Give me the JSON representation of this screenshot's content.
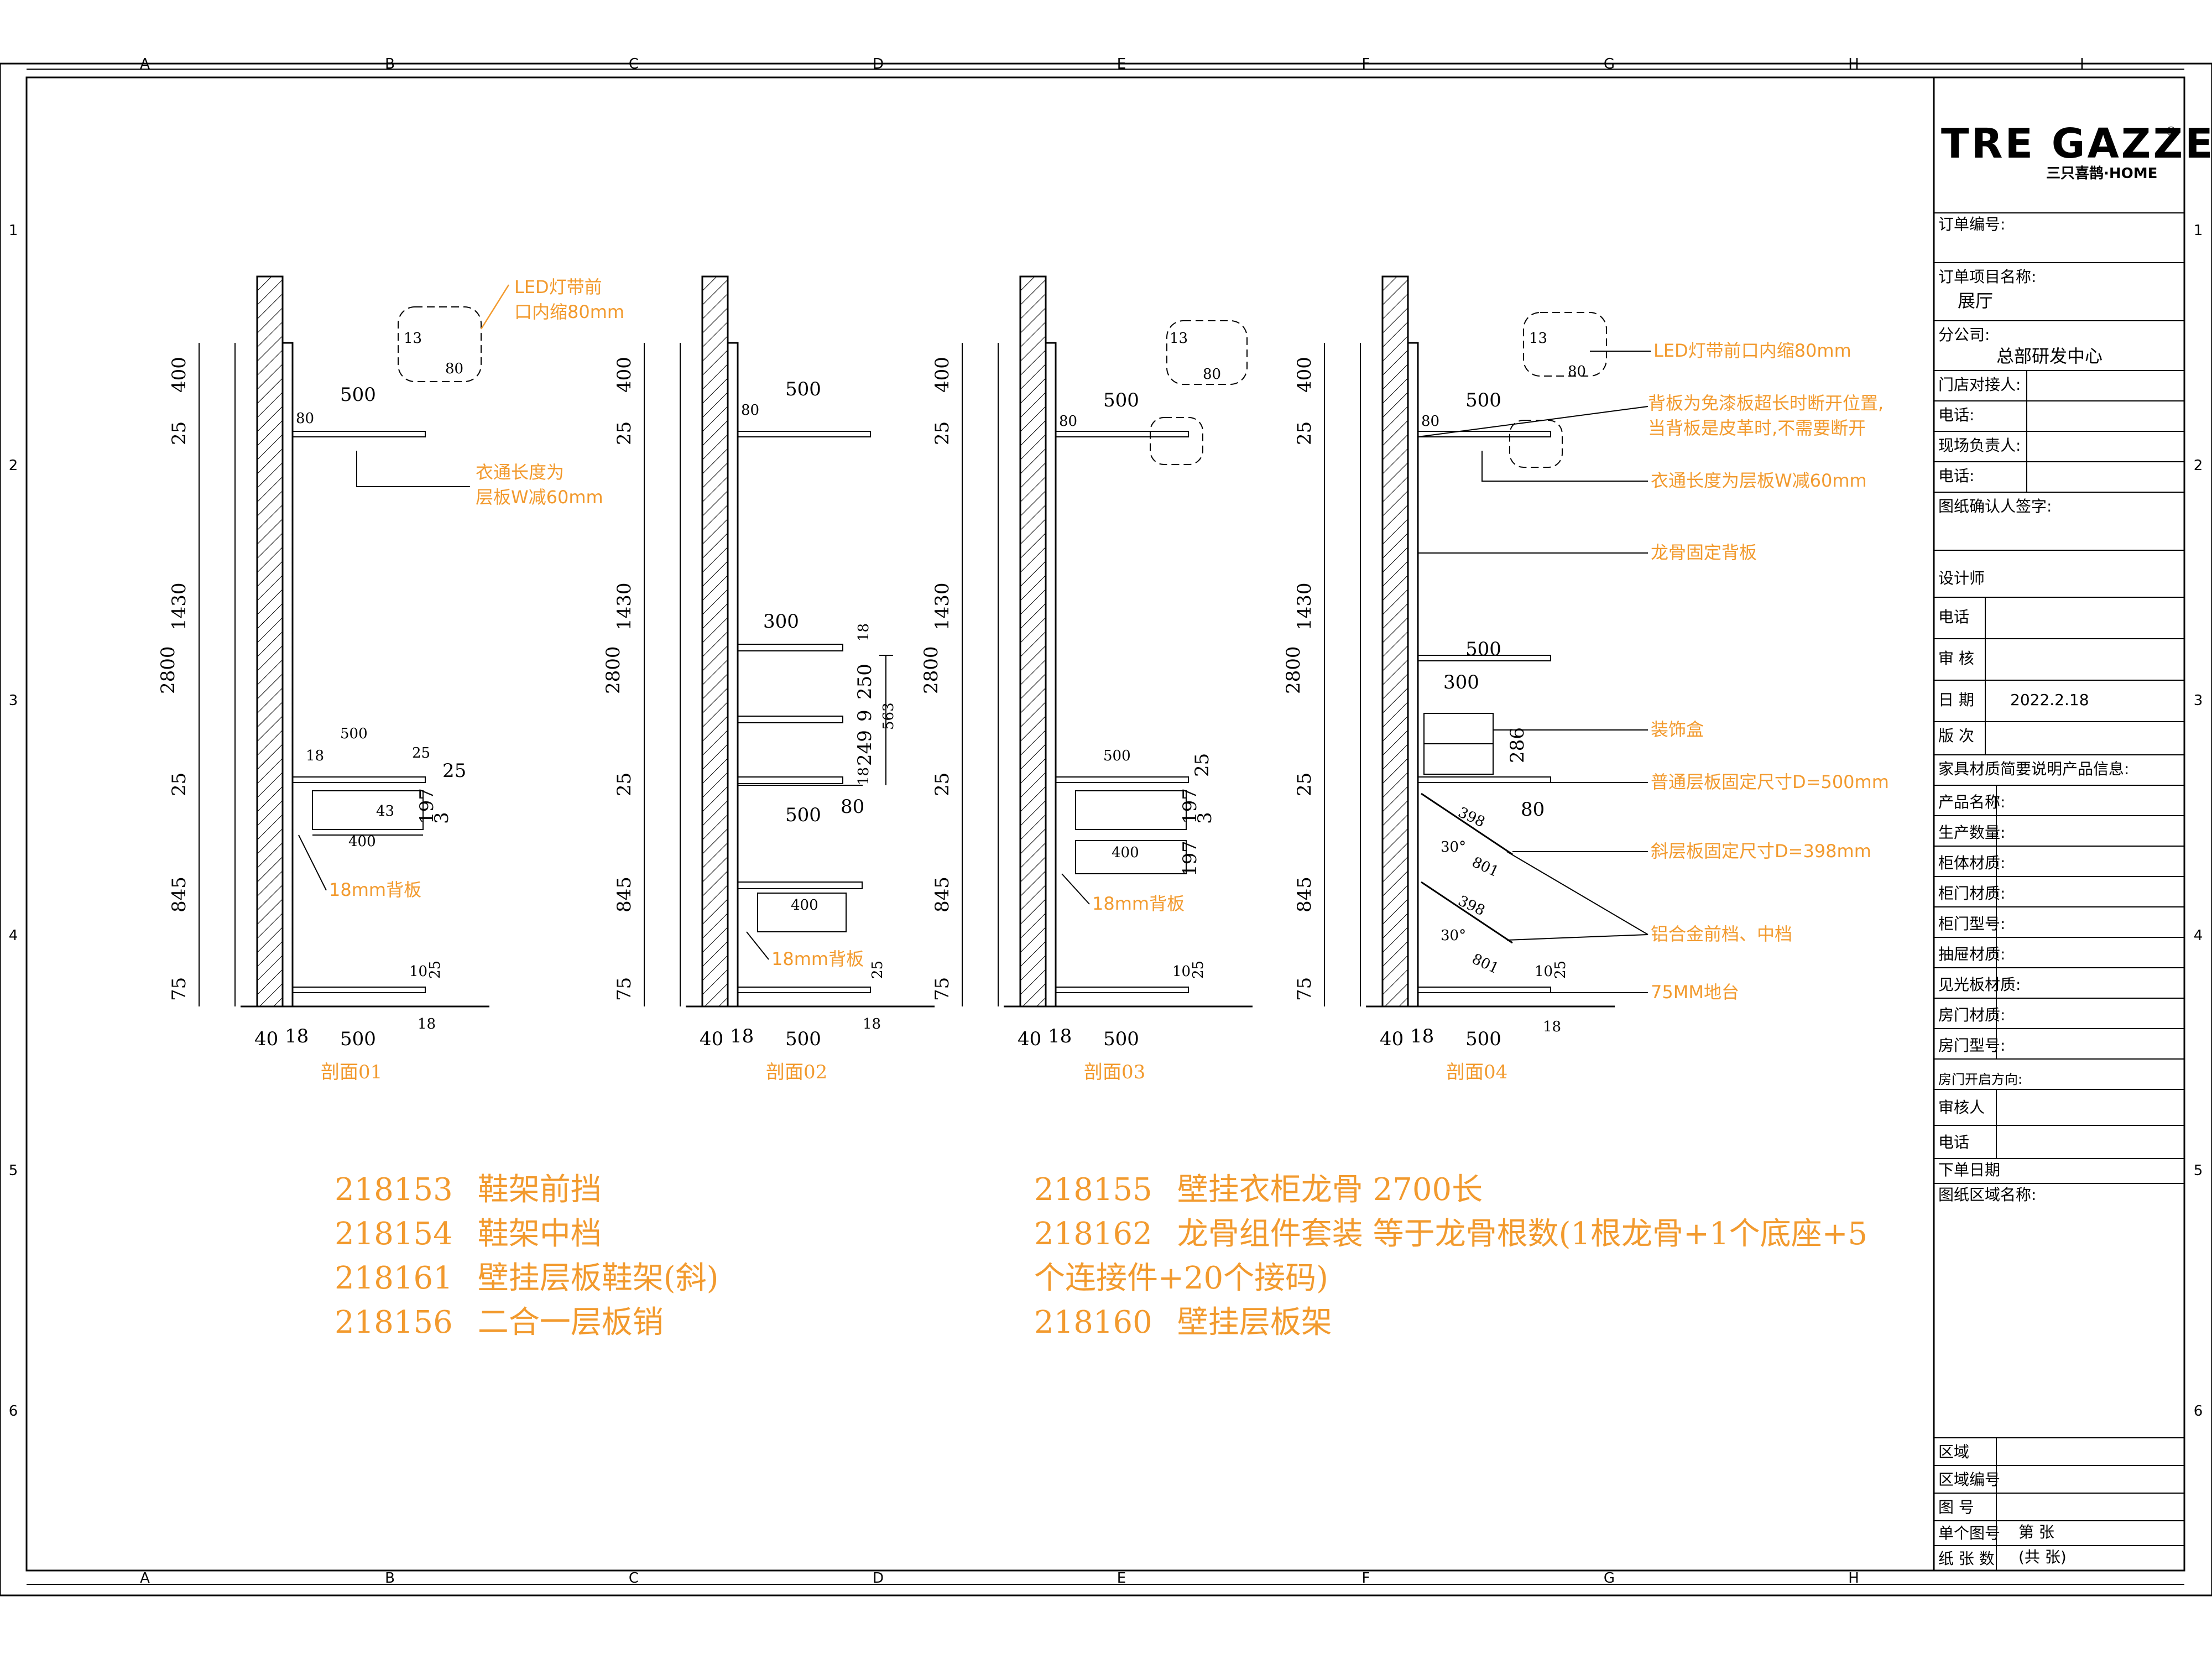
{
  "grid": {
    "columns": [
      "A",
      "B",
      "C",
      "D",
      "E",
      "F",
      "G",
      "H",
      "I"
    ],
    "rows": [
      "1",
      "2",
      "3",
      "4",
      "5",
      "6"
    ]
  },
  "brand": {
    "logo_text": "TRE GAZZE",
    "sub_text": "三只喜鹊·HOME",
    "mark": "®"
  },
  "title_block": {
    "order_no_label": "订单编号:",
    "project_label": "订单项目名称:",
    "project_value": "展厅",
    "branch_label": "分公司:",
    "branch_value": "总部研发中心",
    "store_contact_label": "门店对接人:",
    "phone_label_1": "电话:",
    "site_manager_label": "现场负责人:",
    "phone_label_2": "电话:",
    "confirm_label": "图纸确认人签字:",
    "designer_label": "设计师",
    "phone_label_3": "电话",
    "review_label": "审  核",
    "date_label": "日  期",
    "date_value": "2022.2.18",
    "version_label": "版  次",
    "info_header": "家具材质简要说明产品信息:",
    "product_name_label": "产品名称:",
    "quantity_label": "生产数量:",
    "body_material_label": "柜体材质:",
    "door_material_label": "柜门材质:",
    "door_type_label": "柜门型号:",
    "drawer_material_label": "抽屉材质:",
    "panel_material_label": "见光板材质:",
    "room_door_material_label": "房门材质:",
    "room_door_type_label": "房门型号:",
    "room_door_dir_label": "房门开启方向:",
    "reviewer_label": "审核人",
    "phone_label_4": "电话",
    "order_date_label": "下单日期",
    "area_name_label": "图纸区域名称:",
    "area_label": "区域",
    "area_no_label": "区域编号",
    "drawing_no_label": "图    号",
    "single_no_label": "单个图号",
    "sheet_count_label": "纸 张 数",
    "sheet_index": "第    张",
    "sheet_total": "(共    张)"
  },
  "sections": [
    {
      "name": "剖面01"
    },
    {
      "name": "剖面02"
    },
    {
      "name": "剖面03"
    },
    {
      "name": "剖面04"
    }
  ],
  "dimensions": {
    "total_height": "2800",
    "h_top": "400",
    "h_shelf": "25",
    "h_mid": "1430",
    "h_shelf2": "25",
    "h_low": "845",
    "h_base": "75",
    "w_wall": "40",
    "w_back": "18",
    "w_depth": "500",
    "w_80": "80",
    "w_13": "13",
    "w_9": "9",
    "w_300": "300",
    "w_400": "400",
    "h_197": "197",
    "h_3": "3",
    "h_43": "43",
    "h_250": "250",
    "h_249": "249",
    "h_563": "563",
    "h_286": "286",
    "w_398": "398",
    "w_10": "10",
    "angle_30": "30°",
    "w_801": "801"
  },
  "annotations": {
    "led_a": "LED灯带前",
    "led_b": "口内缩80mm",
    "rail_a": "衣通长度为",
    "rail_b": "层板W减60mm",
    "back18": "18mm背板",
    "led_full": "LED灯带前口内缩80mm",
    "back_note_a": "背板为免漆板超长时断开位置,",
    "back_note_b": "当背板是皮革时,不需要断开",
    "rail_full": "衣通长度为层板W减60mm",
    "keel": "龙骨固定背板",
    "deco_box": "装饰盒",
    "normal_shelf": "普通层板固定尺寸D=500mm",
    "slant_shelf": "斜层板固定尺寸D=398mm",
    "alu_bar": "铝合金前档、中档",
    "plinth": "75MM地台"
  },
  "parts": [
    {
      "code": "218153",
      "desc": "鞋架前挡"
    },
    {
      "code": "218154",
      "desc": "鞋架中档"
    },
    {
      "code": "218161",
      "desc": "壁挂层板鞋架(斜)"
    },
    {
      "code": "218156",
      "desc": "二合一层板销"
    },
    {
      "code": "218155",
      "desc": "壁挂衣柜龙骨  2700长"
    },
    {
      "code": "218162",
      "desc": "龙骨组件套装  等于龙骨根数(1根龙骨+1个底座+5"
    },
    {
      "code": "",
      "desc": "个连接件+20个接码)"
    },
    {
      "code": "218160",
      "desc": "壁挂层板架"
    }
  ],
  "colors": {
    "accent": "#f29a2e",
    "line": "#000000"
  }
}
